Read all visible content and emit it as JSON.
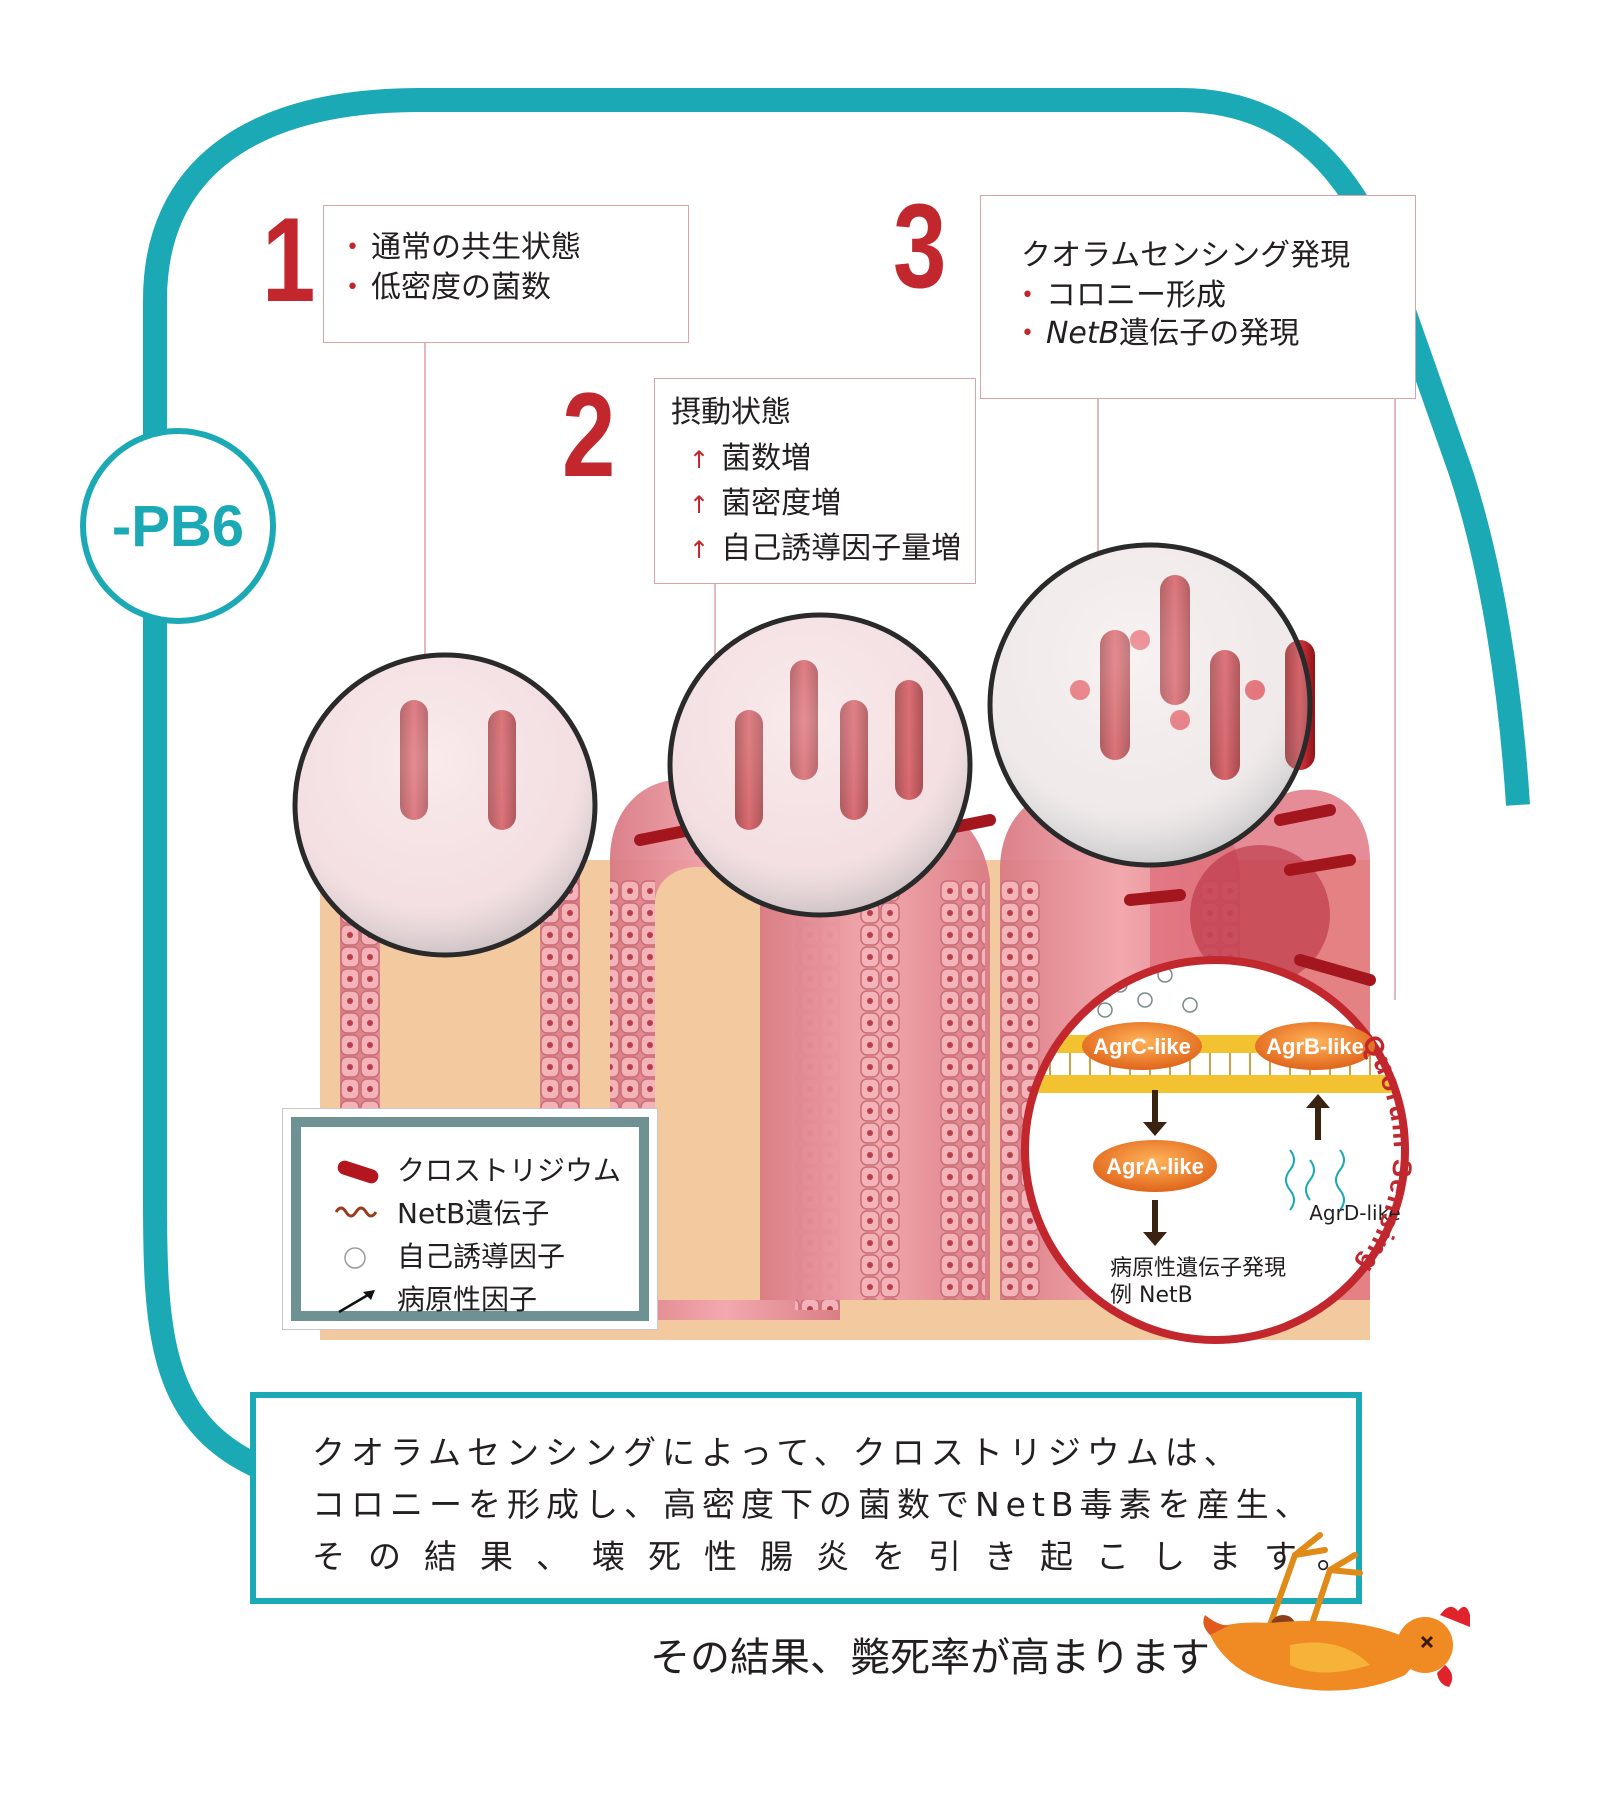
{
  "badge": {
    "label": "-PB6"
  },
  "stage1": {
    "number": "1",
    "items": [
      "通常の共生状態",
      "低密度の菌数"
    ]
  },
  "stage2": {
    "number": "2",
    "title": "摂動状態",
    "items": [
      "菌数増",
      "菌密度増",
      "自己誘導因子量増"
    ]
  },
  "stage3": {
    "number": "3",
    "title": "クオラムセンシング発現",
    "item1": "コロニー形成",
    "item2_italic": "NetB",
    "item2_rest": "遺伝子の発現"
  },
  "quorum": {
    "ring_label": "Quorum Sensing",
    "agrc": "AgrC-like",
    "agrb": "AgrB-like",
    "agra": "AgrA-like",
    "agrd": "AgrD-like",
    "output_line1": "病原性遺伝子発現",
    "output_line2": "例 NetB"
  },
  "legend": {
    "items": [
      "クロストリジウム",
      "NetB遺伝子",
      "自己誘導因子",
      "病原性因子"
    ]
  },
  "caption": {
    "lines": [
      "クオラムセンシングによって、クロストリジウムは、",
      "コロニーを形成し、高密度下の菌数でNetB毒素を産生、",
      "その結果、壊死性腸炎を引き起こします。"
    ]
  },
  "result_text": "その結果、斃死率が高まります",
  "colors": {
    "teal": "#1aa9b5",
    "red": "#c1272d",
    "tissue": "#e8959c",
    "lumen": "#f3c9a0",
    "membrane": "#f2c230",
    "enzyme": "#f07f1f",
    "legend_border": "#6e9294"
  }
}
